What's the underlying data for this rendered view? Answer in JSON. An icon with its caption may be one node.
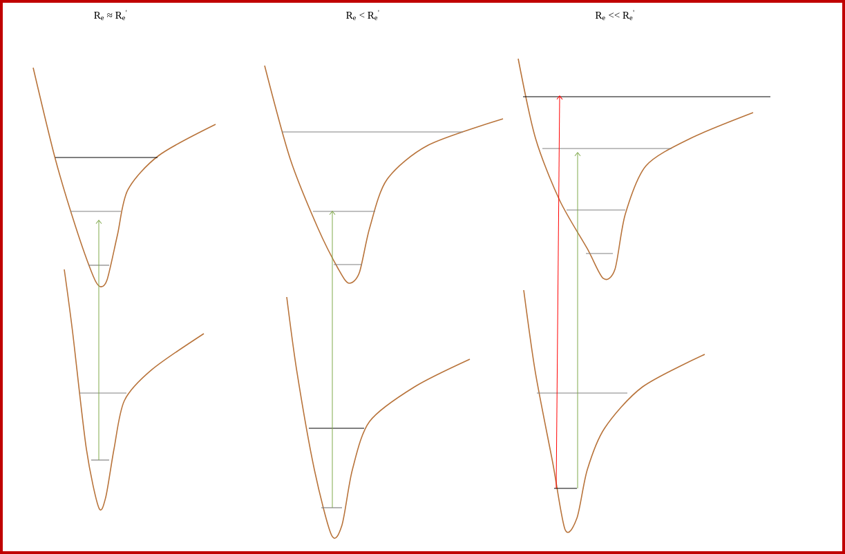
{
  "diagram": {
    "labels": [
      "R$_{e}$ ≈ R$_{e}$$^{'}$",
      "R$_{e}$ < R$_{e}$$^{'}$",
      "R$_{e}$ << R$_{e}$$^{'}$"
    ]
  }
}
